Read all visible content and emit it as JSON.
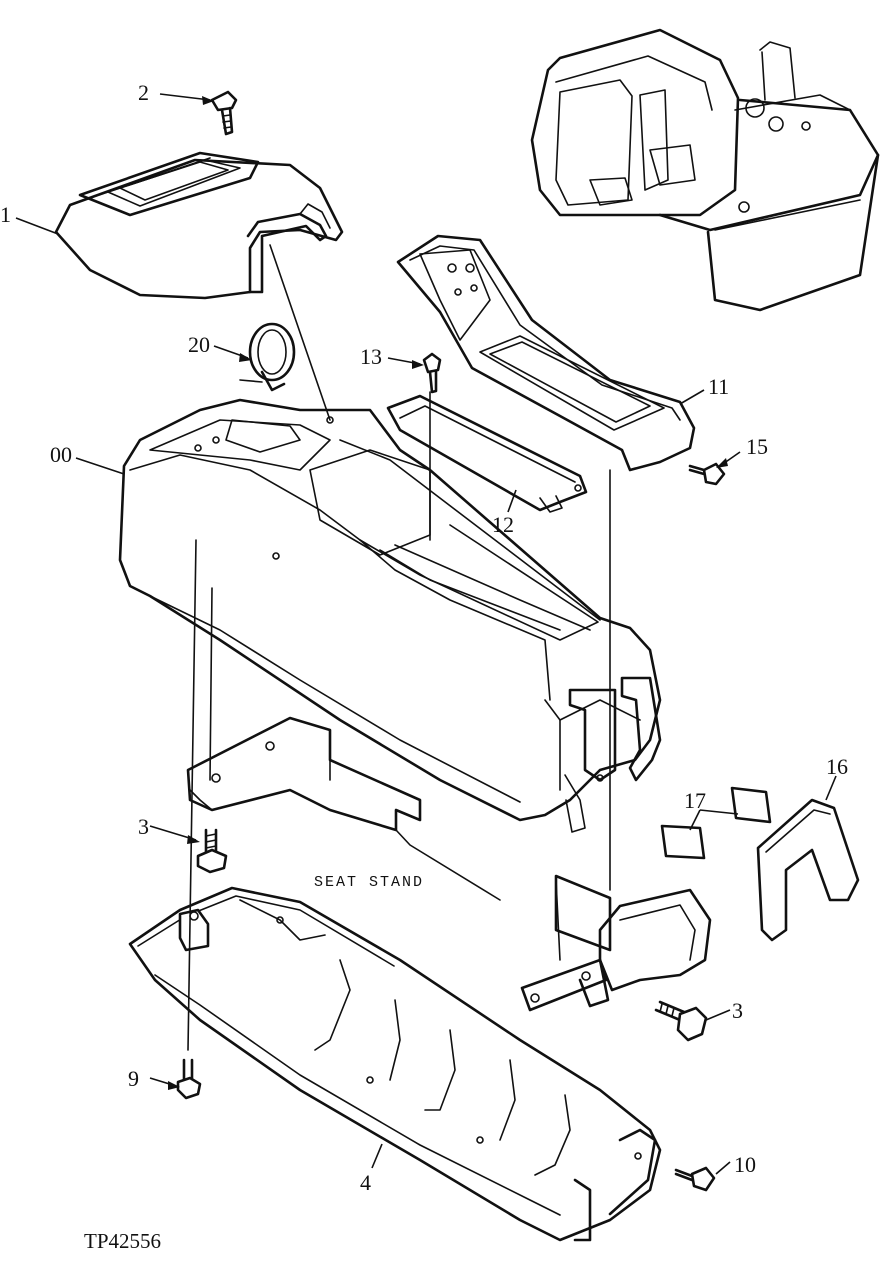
{
  "callouts": {
    "c1": "1",
    "c2": "2",
    "c3a": "3",
    "c3b": "3",
    "c4": "4",
    "c9": "9",
    "c10": "10",
    "c11": "11",
    "c12": "12",
    "c13": "13",
    "c15": "15",
    "c16": "16",
    "c17": "17",
    "c20": "20",
    "c00": "00"
  },
  "labels": {
    "seat_stand": "SEAT  STAND",
    "drawing_code": "TP42556"
  }
}
